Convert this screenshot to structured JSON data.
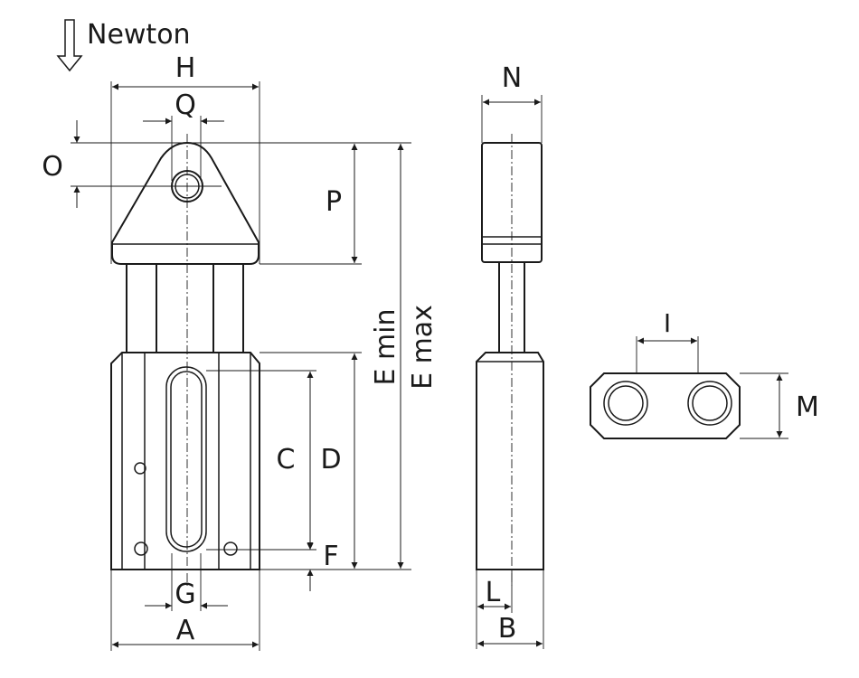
{
  "force_label": "Newton",
  "dimensions": {
    "H": "H",
    "Q": "Q",
    "O": "O",
    "P": "P",
    "E_min": "E min",
    "E_max": "E max",
    "C": "C",
    "D": "D",
    "F": "F",
    "G": "G",
    "A": "A",
    "N": "N",
    "L": "L",
    "B": "B",
    "I": "I",
    "M": "M"
  }
}
